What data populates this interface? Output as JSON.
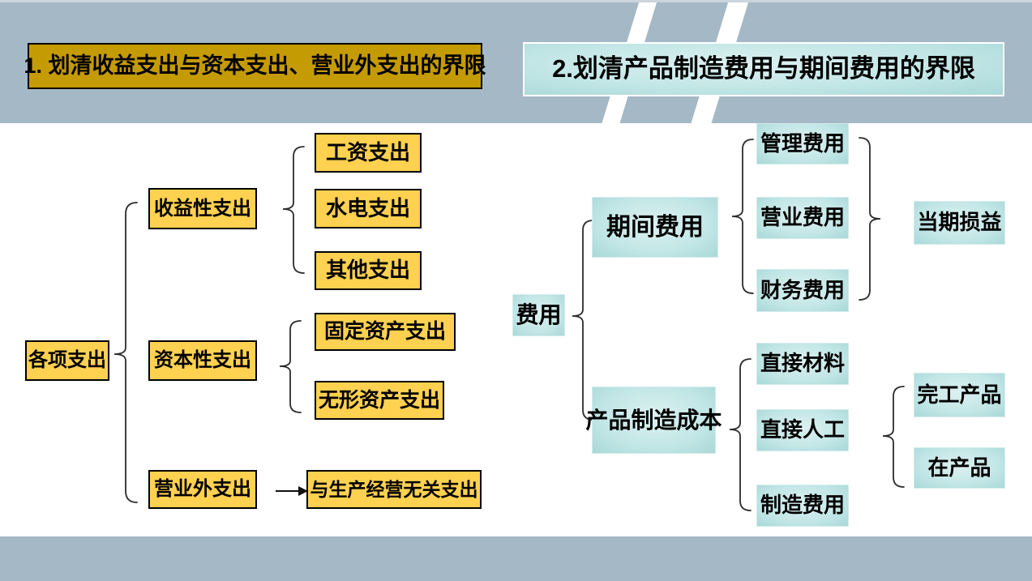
{
  "colors": {
    "slide-bg": "#a5b8c6",
    "content-bg": "#ffffff",
    "gold": "#c59b04",
    "yellow": "#ffd150",
    "cyan-light": "#ddf1f1",
    "cyan-mid": "#c2e6e6",
    "cyan-dark": "#a9d8d8",
    "box-border": "#000000",
    "connector": "#2b2b2b"
  },
  "diagram1": {
    "title": "1. 划清收益支出与资本支出、营业外支出的界限",
    "root": "各项支出",
    "branches": [
      {
        "label": "收益性支出",
        "children": [
          "工资支出",
          "水电支出",
          "其他支出"
        ]
      },
      {
        "label": "资本性支出",
        "children": [
          "固定资产支出",
          "无形资产支出"
        ]
      },
      {
        "label": "营业外支出",
        "children": [
          "与生产经营无关支出"
        ]
      }
    ]
  },
  "diagram2": {
    "title": "2.划清产品制造费用与期间费用的界限",
    "root": "费用",
    "branches": [
      {
        "label": "期间费用",
        "children": [
          "管理费用",
          "营业费用",
          "财务费用"
        ],
        "result": "当期损益"
      },
      {
        "label": "产品制造成本",
        "children": [
          "直接材料",
          "直接人工",
          "制造费用"
        ],
        "results": [
          "完工产品",
          "在产品"
        ]
      }
    ]
  }
}
